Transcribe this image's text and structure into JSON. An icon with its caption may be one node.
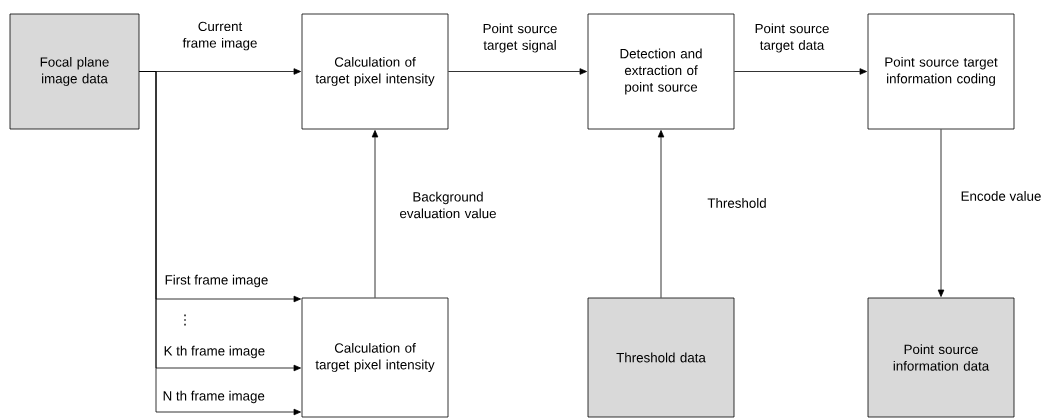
{
  "diagram": {
    "nodes": [
      {
        "text": [
          "Focal plane image data"
        ]
      },
      {
        "text": [
          "Calculation of target pixel intensity"
        ]
      },
      {
        "text": [
          "Detection and extraction of point source"
        ]
      },
      {
        "text": [
          "Point source target information coding"
        ]
      },
      {
        "text": [
          "Calculation of target pixel intensity"
        ]
      },
      {
        "text": [
          "Threshold data"
        ]
      },
      {
        "text": [
          "Point source information data"
        ]
      }
    ],
    "edges": [
      {
        "from": 0,
        "to": 1,
        "arrow": "to",
        "label": "Current frame image"
      },
      {
        "from": 0,
        "to": 4,
        "arrow": "to",
        "label": "First frame image"
      },
      {
        "from": 0,
        "to": 4,
        "arrow": "to",
        "label": "K th frame image"
      },
      {
        "from": 0,
        "to": 4,
        "arrow": "to",
        "label": "N th frame image"
      },
      {
        "from": 4,
        "to": 1,
        "arrow": "to",
        "label": "Background evaluation value"
      },
      {
        "from": 1,
        "to": 2,
        "arrow": "to",
        "label": "Point source target signal"
      },
      {
        "from": 2,
        "to": 3,
        "arrow": "to",
        "label": "Point source target data"
      },
      {
        "from": 5,
        "to": 2,
        "arrow": "to",
        "label": "Threshold"
      },
      {
        "from": 3,
        "to": 6,
        "arrow": "to",
        "label": "Encode value"
      }
    ],
    "labels": [
      "⋮"
    ]
  }
}
